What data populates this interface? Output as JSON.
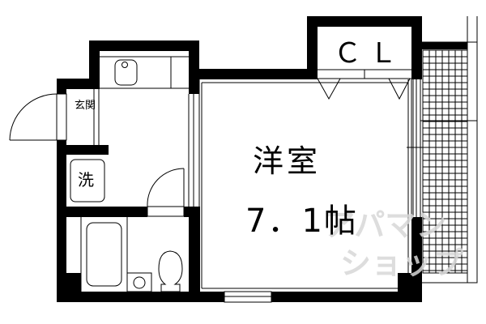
{
  "floorplan": {
    "main_room": {
      "name": "洋室",
      "size": "7．1帖"
    },
    "closet": {
      "label": "ＣＬ"
    },
    "entrance": {
      "label": "玄関"
    },
    "washer": {
      "label": "洗"
    },
    "watermark": {
      "line1": "アパマン",
      "line2": "ショップ"
    }
  },
  "colors": {
    "wall": "#000000",
    "background": "#ffffff",
    "watermark": "#d8d8d8"
  }
}
